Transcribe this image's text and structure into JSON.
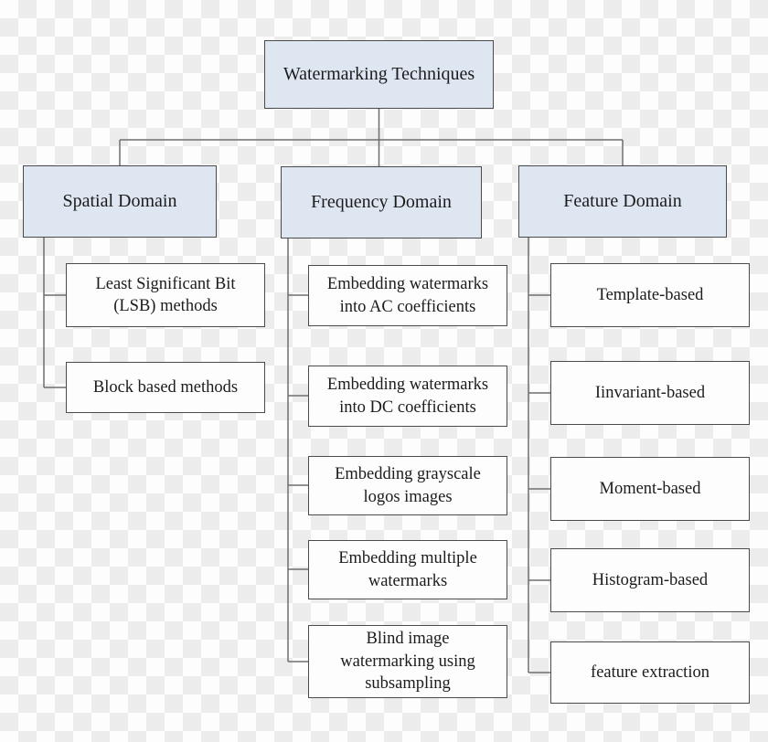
{
  "diagram": {
    "title": "Watermarking techniques classification tree",
    "root": {
      "label": "Watermarking Techniques"
    },
    "columns": [
      {
        "header": "Spatial Domain",
        "children": [
          "Least Significant Bit (LSB) methods",
          "Block based methods"
        ]
      },
      {
        "header": "Frequency Domain",
        "children": [
          "Embedding watermarks into AC coefficients",
          "Embedding watermarks into DC coefficients",
          "Embedding grayscale logos images",
          "Embedding multiple watermarks",
          "Blind image watermarking using subsampling"
        ]
      },
      {
        "header": "Feature Domain",
        "children": [
          "Template-based",
          "Iinvariant-based",
          "Moment-based",
          "Histogram-based",
          "feature extraction"
        ]
      }
    ],
    "colors": {
      "header_fill": "#dee6f2",
      "child_fill": "#fdfdfd",
      "border": "#4b4b4b",
      "connector": "#6e6e6e",
      "text": "#1c1c1c",
      "checker_light": "#fdfdfd",
      "checker_dark": "#ececec"
    }
  }
}
